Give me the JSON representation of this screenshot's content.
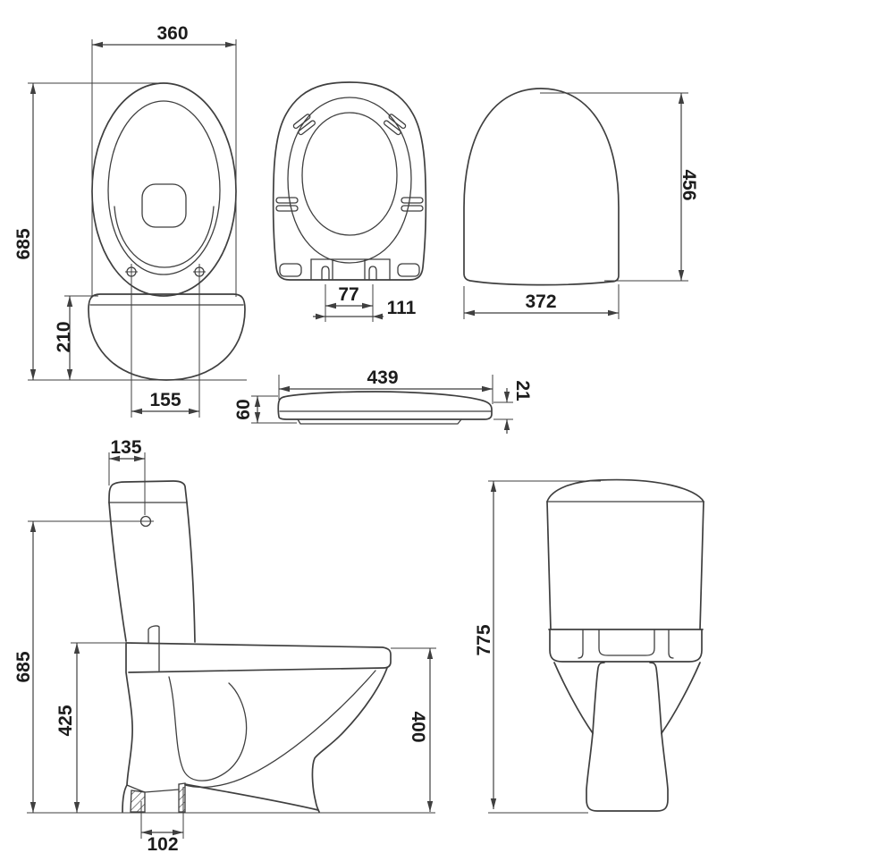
{
  "drawing": {
    "type": "technical-dimension-drawing",
    "subject": "close-coupled toilet with cistern, seat and lid — six orthographic views",
    "units": "mm",
    "colors": {
      "line": "#3f3f3f",
      "dim": "#3f3f3f",
      "text": "#1c1c1c",
      "background": "#ffffff"
    },
    "views": {
      "bowl_plan": {
        "title": "toilet top view",
        "width_mm": "360",
        "length_mm": "685",
        "tank_depth_mm": "210",
        "bolt_spacing_mm": "155"
      },
      "seat_underside": {
        "title": "seat underside view",
        "hole_spacing_mm": "77",
        "hinge_span_mm": "111"
      },
      "lid_plan": {
        "title": "lid top view",
        "length_mm": "456",
        "width_mm": "372"
      },
      "seat_profile": {
        "title": "seat side profile",
        "length_mm": "439",
        "rear_height_mm": "21",
        "front_height_mm": "60"
      },
      "side": {
        "title": "toilet side view",
        "button_offset_mm": "135",
        "tank_height_mm": "685",
        "seat_back_height_mm": "425",
        "rim_height_mm": "400",
        "outlet_width_mm": "102"
      },
      "front": {
        "title": "toilet front view",
        "total_height_mm": "775"
      }
    }
  }
}
